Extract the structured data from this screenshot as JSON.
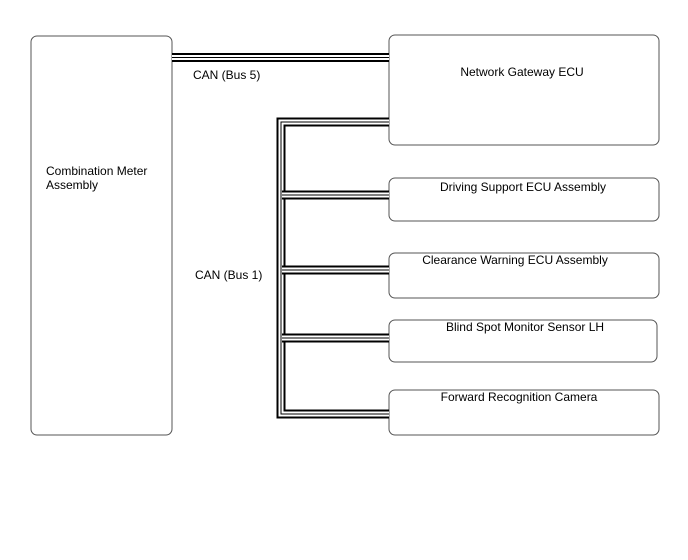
{
  "components": {
    "combination_meter": {
      "line1": "Combination Meter",
      "line2": "Assembly"
    },
    "gateway": "Network Gateway ECU",
    "driving_support": "Driving Support ECU Assembly",
    "clearance_warning": "Clearance Warning ECU Assembly",
    "blind_spot": "Blind Spot Monitor Sensor LH",
    "forward_camera": "Forward Recognition Camera"
  },
  "buses": {
    "bus5": "CAN (Bus 5)",
    "bus1": "CAN (Bus 1)"
  }
}
